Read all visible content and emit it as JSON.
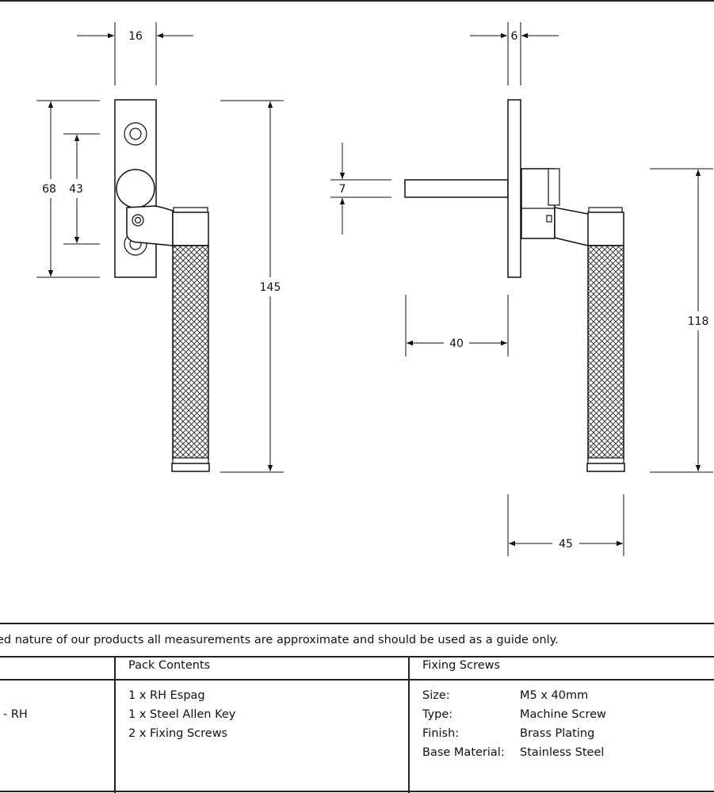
{
  "dimensions": {
    "d16": "16",
    "d6": "6",
    "d68": "68",
    "d43": "43",
    "d7": "7",
    "d145": "145",
    "d40": "40",
    "d118": "118",
    "d45": "45"
  },
  "note": "ed nature of our products all measurements are approximate and should be used as a guide only.",
  "table": {
    "col1": {
      "value": "- RH"
    },
    "pack_contents": {
      "header": "Pack Contents",
      "items": [
        "1 x RH Espag",
        "1 x Steel Allen Key",
        "2 x Fixing Screws"
      ]
    },
    "fixing_screws": {
      "header": "Fixing Screws",
      "rows": [
        {
          "label": "Size:",
          "value": "M5 x 40mm"
        },
        {
          "label": "Type:",
          "value": "Machine Screw"
        },
        {
          "label": "Finish:",
          "value": "Brass Plating"
        },
        {
          "label": "Base Material:",
          "value": "Stainless Steel"
        }
      ]
    }
  }
}
